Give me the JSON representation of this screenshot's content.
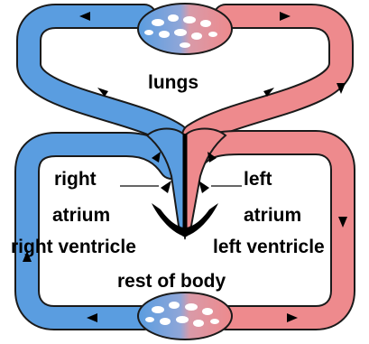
{
  "labels": {
    "lungs": "lungs",
    "right_atrium_line1": "right",
    "right_atrium_line2": "atrium",
    "left_atrium_line1": "left",
    "left_atrium_line2": "atrium",
    "right_ventricle": "right ventricle",
    "left_ventricle": "left ventricle",
    "rest_of_body": "rest of body"
  },
  "colors": {
    "deoxygenated": "#5a9de0",
    "oxygenated": "#ee8a8d",
    "outline": "#1a1a1a",
    "heart": "#000000"
  }
}
